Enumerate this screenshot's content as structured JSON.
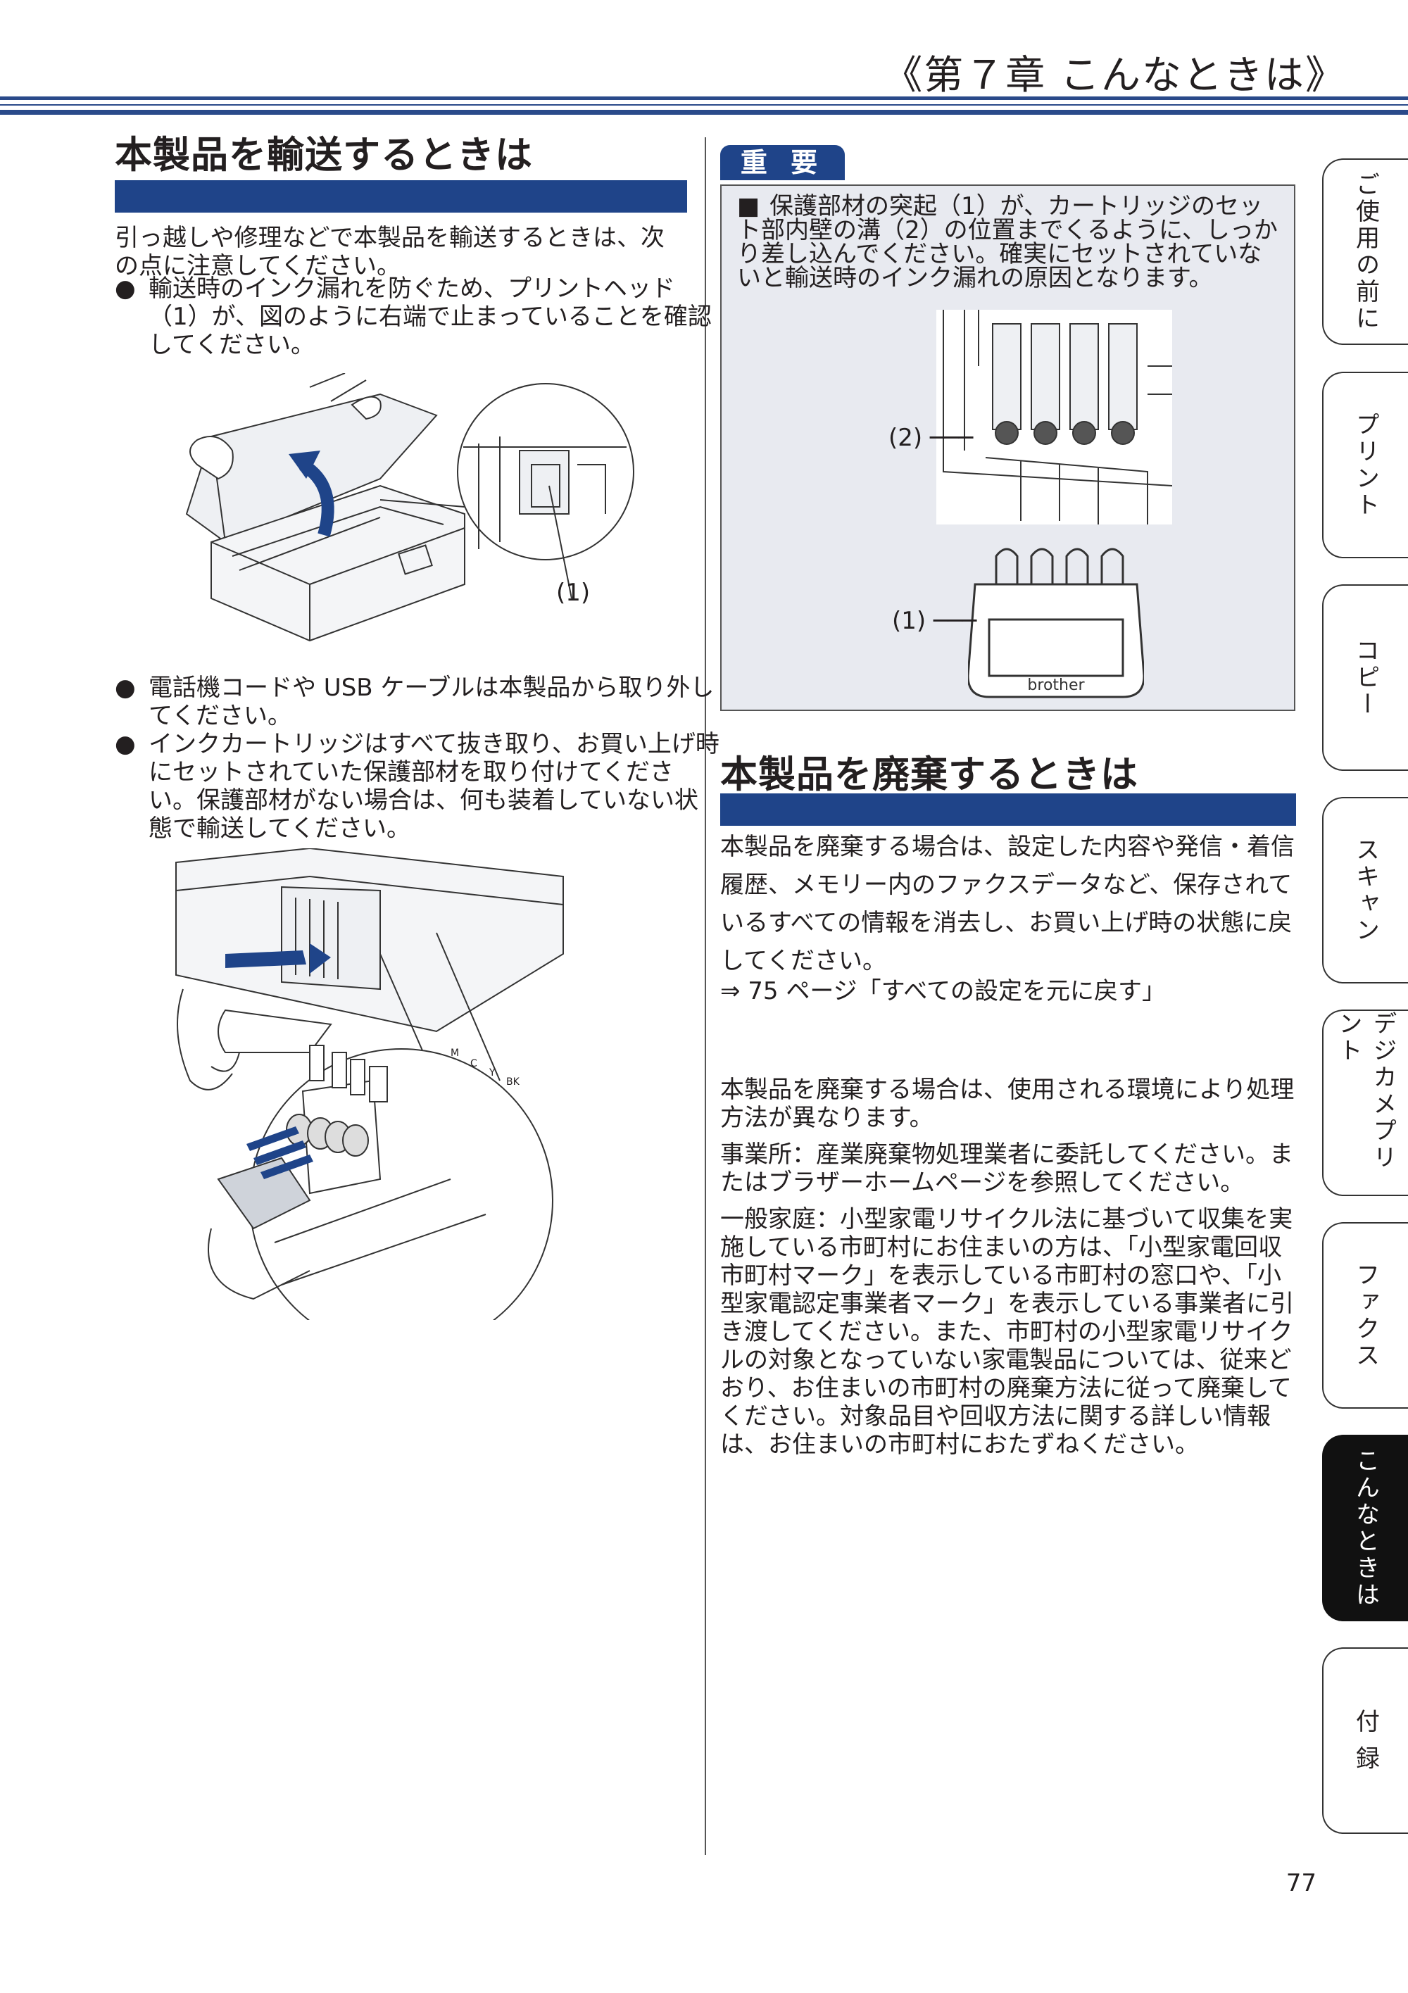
{
  "header": {
    "chapter": "《第７章 こんなときは》"
  },
  "left": {
    "title": "本製品を輸送するときは",
    "intro": "引っ越しや修理などで本製品を輸送するときは、次の点に注意してください。",
    "bullet_mark": "●",
    "bullet1": "輸送時のインク漏れを防ぐため、プリントヘッド（1）が、図のように右端で止まっていることを確認してください。",
    "fig1_label": "(1)",
    "bullet2": "電話機コードや USB ケーブルは本製品から取り外してください。",
    "bullet3": "インクカートリッジはすべて抜き取り、お買い上げ時にセットされていた保護部材を取り付けてください。保護部材がない場合は、何も装着していない状態で輸送してください。",
    "fig2_labels": [
      "M",
      "C",
      "Y",
      "BK"
    ]
  },
  "important": {
    "badge": "重 要",
    "square": "■",
    "text": "保護部材の突起（1）が、カートリッジのセット部内壁の溝（2）の位置までくるように、しっかり差し込んでください。確実にセットされていないと輸送時のインク漏れの原因となります。",
    "label2": "(2)",
    "label1": "(1)",
    "brand": "brother"
  },
  "right": {
    "title": "本製品を廃棄するときは",
    "p1": "本製品を廃棄する場合は、設定した内容や発信・着信履歴、メモリー内のファクスデータなど、保存されているすべての情報を消去し、お買い上げ時の状態に戻してください。",
    "link": "⇒ 75 ページ「すべての設定を元に戻す」",
    "p2": "本製品を廃棄する場合は、使用される環境により処理方法が異なります。",
    "p3": "事業所：産業廃棄物処理業者に委託してください。またはブラザーホームページを参照してください。",
    "p4": "一般家庭：小型家電リサイクル法に基づいて収集を実施している市町村にお住まいの方は、「小型家電回収市町村マーク」を表示している市町村の窓口や、「小型家電認定事業者マーク」を表示している事業者に引き渡してください。また、市町村の小型家電リサイクルの対象となっていない家電製品については、従来どおり、お住まいの市町村の廃棄方法に従って廃棄してください。対象品目や回収方法に関する詳しい情報は、お住まいの市町村におたずねください。"
  },
  "tabs": [
    "ご使用の前に",
    "プリント",
    "コピー",
    "スキャン",
    "デジカメプリント",
    "ファクス",
    "こんなときは",
    "付 録"
  ],
  "active_tab": "こんなときは",
  "page_number": "77",
  "colors": {
    "accent": "#1f4489",
    "important_bg": "#e8eaf0"
  }
}
